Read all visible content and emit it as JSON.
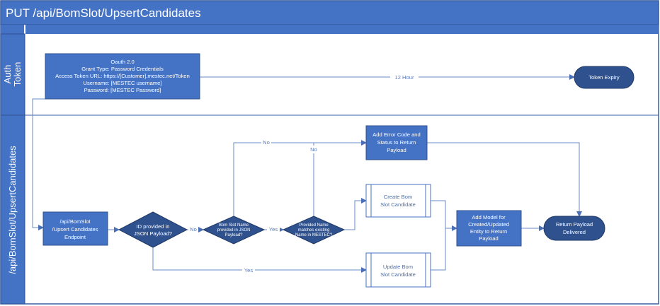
{
  "title": "PUT /api/BomSlot/UpsertCandidates",
  "lanes": {
    "auth": [
      "Auth",
      "Token"
    ],
    "main": "/api/BomSlot/UpsertCandidates"
  },
  "nodes": {
    "oauth": [
      "Oauth 2.0",
      "Grant Type: Password Credentials",
      "Access Token URL: https://[Customer].mestec.net/Token",
      "Username: [MESTEC username]",
      "Password: [MESTEC Password]"
    ],
    "token_expiry": "Token Expiry",
    "endpoint": [
      "/api/BomSlot",
      "/Upsert Candidates",
      "Endpoint"
    ],
    "id_decision": [
      "ID provided in",
      "JSON Payload?"
    ],
    "name_decision": [
      "Bom Slot Name",
      "provided in JSON",
      "Payload?"
    ],
    "match_decision": [
      "Provided Name",
      "matches existing",
      "Name in MESTEC?"
    ],
    "add_error": [
      "Add Error Code and",
      "Status to Return",
      "Payload"
    ],
    "create": [
      "Create Bom",
      "Slot Candidate"
    ],
    "update": [
      "Update Bom",
      "Slot Candidate"
    ],
    "add_model": [
      "Add Model for",
      "Created/Updated",
      "Entity to Return",
      "Payload"
    ],
    "return_payload": [
      "Return Payload",
      "Delivered"
    ]
  },
  "edges": {
    "hours": "12 Hour",
    "no": "No",
    "yes": "Yes"
  },
  "colors": {
    "blue": "#4472c4",
    "dark_blue": "#2f528f",
    "border": "#3b5fa8",
    "line": "#6a8bc9"
  }
}
